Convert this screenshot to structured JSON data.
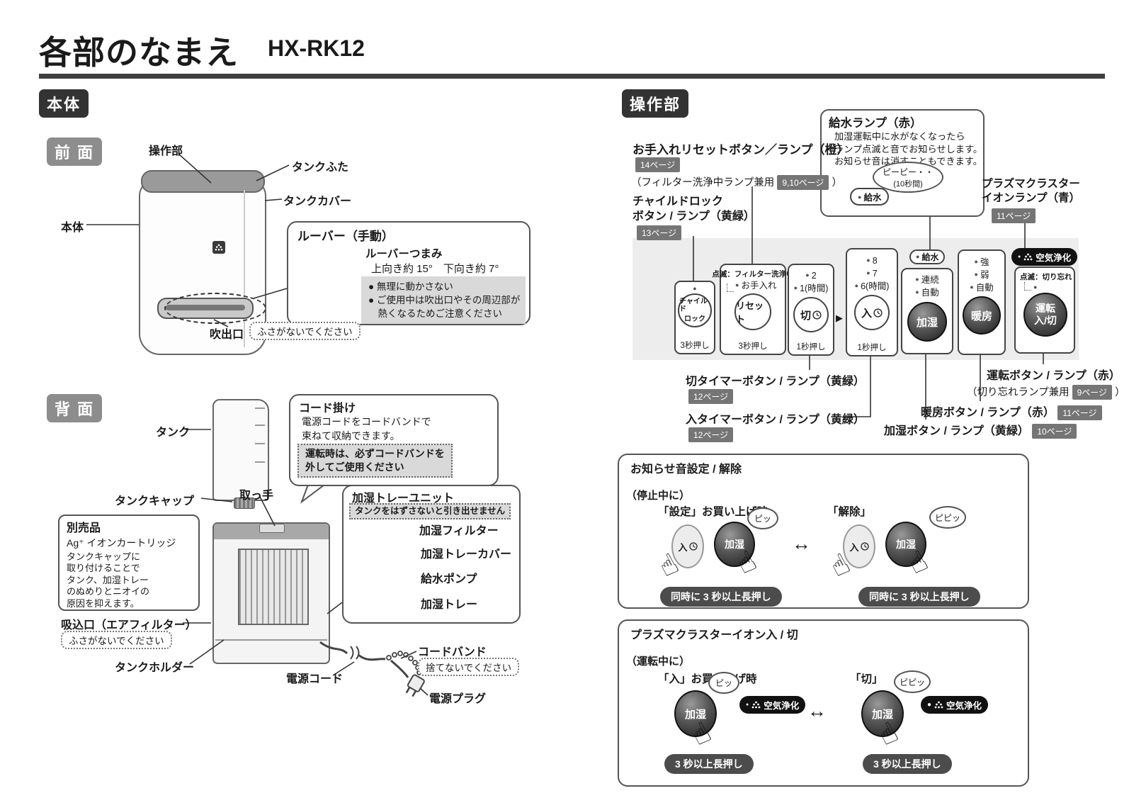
{
  "colors": {
    "accent_dark": "#333333",
    "badge_gray": "#8d8d8d",
    "page_badge": "#757575",
    "panel_bg": "#ededed",
    "note_bg": "#d9d9d9",
    "button_dark": "#3c3c3c"
  },
  "header": {
    "title": "各部のなまえ",
    "model": "HX-RK12"
  },
  "badges": {
    "body": "本体",
    "front": "前 面",
    "back": "背 面",
    "panel": "操作部"
  },
  "front": {
    "control": "操作部",
    "tank_lid": "タンクふた",
    "tank_cover": "タンクカバー",
    "body": "本体",
    "outlet": "吹出口",
    "outlet_note": "ふさがないでください",
    "louver": {
      "title": "ルーバー（手動）",
      "knob": "ルーバーつまみ",
      "angles": "上向き約 15°　下向き約 7°",
      "warn1": "● 無理に動かさない",
      "warn2": "● ご使用中は吹出口やその周辺部が",
      "warn3": "　熱くなるためご注意ください"
    }
  },
  "back": {
    "tank": "タンク",
    "tank_cap": "タンクキャップ",
    "handle": "取っ手",
    "inlet": "吸込口（エアフィルター）",
    "inlet_note": "ふさがないでください",
    "tank_holder": "タンクホルダー",
    "power_cord": "電源コード",
    "cord_band": "コードバンド",
    "cord_band_note": "捨てないでください",
    "power_plug": "電源プラグ",
    "cord_hook": {
      "title": "コード掛け",
      "desc1": "電源コードをコードバンドで",
      "desc2": "束ねて収納できます。",
      "warn1": "運転時は、必ずコードバンドを",
      "warn2": "外してご使用ください"
    },
    "optional": {
      "title": "別売品",
      "name": "Ag⁺ イオンカートリッジ",
      "desc1": "タンクキャップに",
      "desc2": "取り付けることで",
      "desc3": "タンク、加湿トレー",
      "desc4": "のぬめりとニオイの",
      "desc5": "原因を抑えます。"
    },
    "tray": {
      "title": "加湿トレーユニット",
      "note": "タンクをはずさないと引き出せません",
      "part1": "加湿フィルター",
      "part2": "加湿トレーカバー",
      "part3": "給水ポンプ",
      "part4": "加湿トレー"
    }
  },
  "ops": {
    "maintenance": {
      "label": "お手入れリセットボタン／ランプ（橙）",
      "page": "14ページ",
      "sub_pre": "（フィルター洗浄中ランプ兼用",
      "sub_page": "9,10ページ",
      "sub_post": "）"
    },
    "childlock": {
      "line1": "チャイルドロック",
      "line2": "ボタン / ランプ（黄緑）",
      "page": "13ページ"
    },
    "water_box": {
      "title": "給水ランプ（赤）",
      "line1": "加湿運転中に水がなくなったら",
      "line2": "ランプ点滅と音でお知らせします。",
      "line3": "お知らせ音は消すこともできます。",
      "bubble1": "ピーピー・・",
      "bubble2": "(10秒間)",
      "pill": "給水"
    },
    "plasma_lamp": {
      "line1": "プラズマクラスター",
      "line2": "イオンランプ（青）",
      "page": "11ページ",
      "pill": "空気浄化"
    },
    "panel": {
      "childlock": {
        "button1": "チャイルド",
        "button2": "ロック",
        "press": "3秒押し"
      },
      "reset": {
        "note": "点滅：フィルター洗浄中",
        "lamp": "お手入れ",
        "button": "リセット",
        "press": "3秒押し"
      },
      "off_timer": {
        "lamp1": "2",
        "lamp2": "1(時間)",
        "button": "切",
        "press": "1秒押し"
      },
      "on_timer": {
        "lamp1": "8",
        "lamp2": "7",
        "lamp3": "6(時間)",
        "button": "入",
        "press": "1秒押し"
      },
      "humidify": {
        "pill": "給水",
        "lamp1": "連続",
        "lamp2": "自動",
        "button": "加湿"
      },
      "heater": {
        "lamp1": "強",
        "lamp2": "弱",
        "lamp3": "自動",
        "button": "暖房"
      },
      "power": {
        "pill": "空気浄化",
        "note": "点滅：切り忘れ",
        "button1": "運転",
        "button2": "入/切"
      }
    },
    "below": {
      "off_timer": {
        "label": "切タイマーボタン / ランプ（黄緑）",
        "page": "12ページ"
      },
      "on_timer": {
        "label": "入タイマーボタン / ランプ（黄緑）",
        "page": "12ページ"
      },
      "power": {
        "label": "運転ボタン / ランプ（赤）",
        "sub_pre": "（切り忘れランプ兼用",
        "sub_page": "9ページ",
        "sub_post": "）"
      },
      "heater": {
        "label": "暖房ボタン / ランプ（赤）",
        "page": "11ページ"
      },
      "humidify": {
        "label": "加湿ボタン / ランプ（黄緑）",
        "page": "10ページ"
      }
    }
  },
  "sound": {
    "title": "お知らせ音設定 / 解除",
    "when": "（停止中に）",
    "set_label": "「設定」お買い上げ時",
    "clear_label": "「解除」",
    "beep_set": "ピッ",
    "beep_clear": "ピピッ",
    "btn_on": "入",
    "btn_humidify": "加湿",
    "press": "同時に 3 秒以上長押し"
  },
  "plasma": {
    "title": "プラズマクラスターイオン入 / 切",
    "when": "（運転中に）",
    "on_label": "「入」お買い上げ時",
    "off_label": "「切」",
    "beep_on": "ピッ",
    "beep_off": "ピピッ",
    "btn": "加湿",
    "pill": "空気浄化",
    "press": "3 秒以上長押し"
  }
}
